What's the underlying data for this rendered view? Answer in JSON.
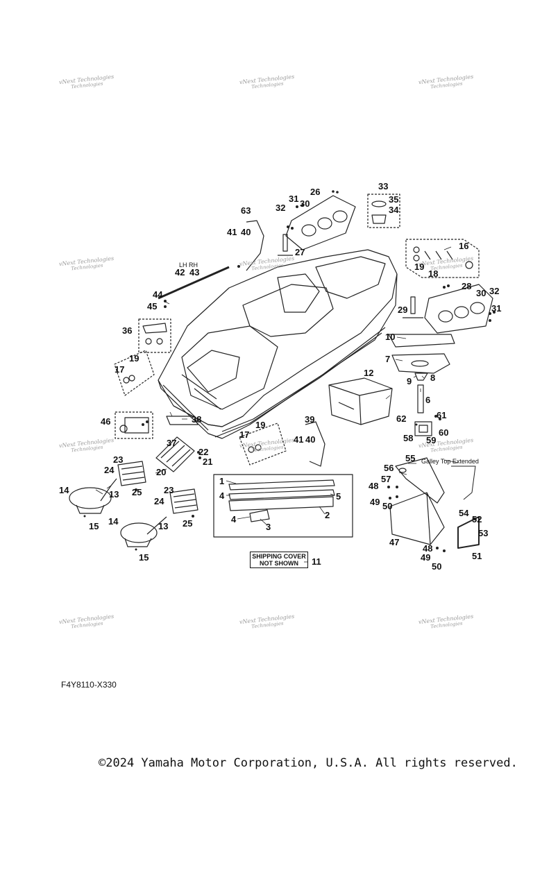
{
  "watermark": {
    "line1": "vNext Technologies",
    "line2": "Technologies"
  },
  "callouts": [
    "1",
    "2",
    "3",
    "4",
    "4",
    "5",
    "6",
    "7",
    "8",
    "9",
    "10",
    "11",
    "12",
    "13",
    "13",
    "14",
    "14",
    "15",
    "15",
    "16",
    "17",
    "17",
    "18",
    "19",
    "19",
    "19",
    "20",
    "21",
    "22",
    "23",
    "23",
    "24",
    "24",
    "25",
    "25",
    "26",
    "27",
    "28",
    "29",
    "30",
    "30",
    "31",
    "31",
    "32",
    "32",
    "33",
    "34",
    "35",
    "36",
    "37",
    "38",
    "39",
    "40",
    "40",
    "41",
    "41",
    "42",
    "43",
    "44",
    "45",
    "46",
    "47",
    "48",
    "48",
    "49",
    "49",
    "50",
    "50",
    "51",
    "52",
    "53",
    "54",
    "55",
    "56",
    "57",
    "58",
    "59",
    "60",
    "61",
    "62",
    "63"
  ],
  "side_label": "LH RH",
  "galley_label": "Galley Top Extended",
  "shipping_cover": {
    "line1": "SHIPPING COVER",
    "line2": "NOT SHOWN"
  },
  "diagram_code": "F4Y8110-X330",
  "copyright": "©2024 Yamaha Motor Corporation, U.S.A. All rights reserved."
}
